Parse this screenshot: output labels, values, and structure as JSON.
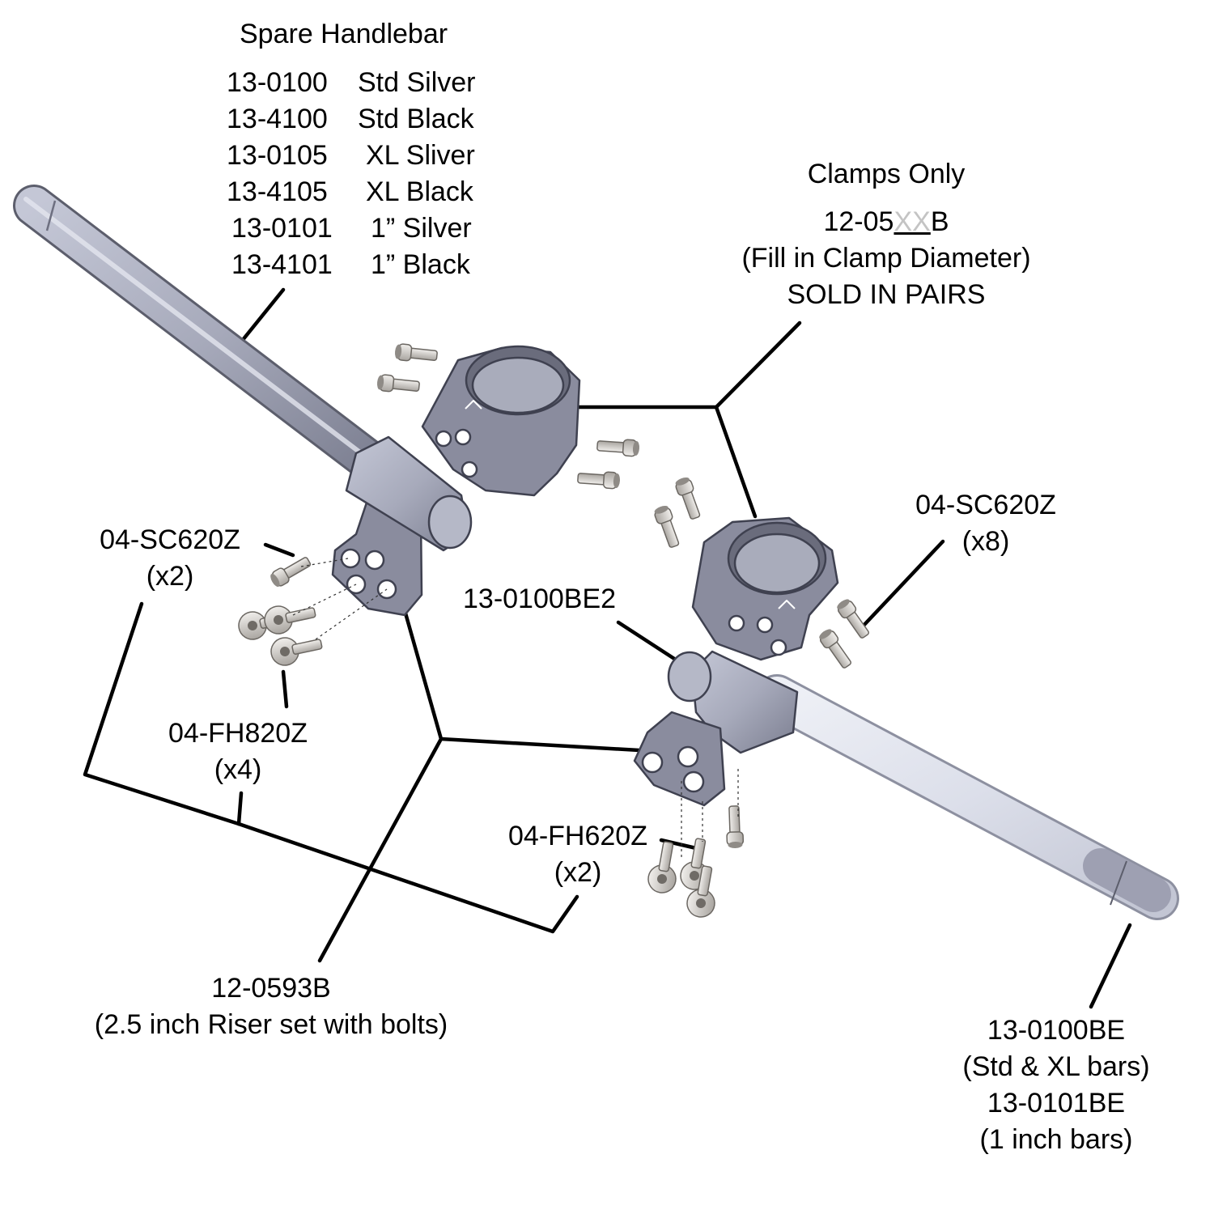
{
  "spare_handlebar": {
    "title": "Spare Handlebar",
    "items": [
      {
        "part": "13-0100",
        "name": "Std Silver"
      },
      {
        "part": "13-4100",
        "name": "Std Black"
      },
      {
        "part": "13-0105",
        "name": "XL Sliver"
      },
      {
        "part": "13-4105",
        "name": "XL Black"
      },
      {
        "part": "13-0101",
        "name": "1” Silver"
      },
      {
        "part": "13-4101",
        "name": "1” Black"
      }
    ]
  },
  "clamps_only": {
    "title": "Clamps Only",
    "part_prefix": "12-05",
    "part_blank": "XX",
    "part_suffix": "B",
    "note": "(Fill in Clamp Diameter)",
    "sold": "SOLD IN PAIRS"
  },
  "sc620_right": {
    "part": "04-SC620Z",
    "qty": "(x8)"
  },
  "sc620_left": {
    "part": "04-SC620Z",
    "qty": "(x2)"
  },
  "be2": {
    "part": "13-0100BE2"
  },
  "fh820": {
    "part": "04-FH820Z",
    "qty": "(x4)"
  },
  "fh620": {
    "part": "04-FH620Z",
    "qty": "(x2)"
  },
  "riser": {
    "part": "12-0593B",
    "desc": "(2.5 inch Riser set with bolts)"
  },
  "bar_end": {
    "part_std": "13-0100BE",
    "desc_std": "(Std & XL bars)",
    "part_1in": "13-0101BE",
    "desc_1in": "(1 inch bars)"
  },
  "colors": {
    "metal": "#9ea0b2",
    "metal_dark": "#6d6f80",
    "bolt": "#d4d0cc",
    "line": "#000000"
  }
}
